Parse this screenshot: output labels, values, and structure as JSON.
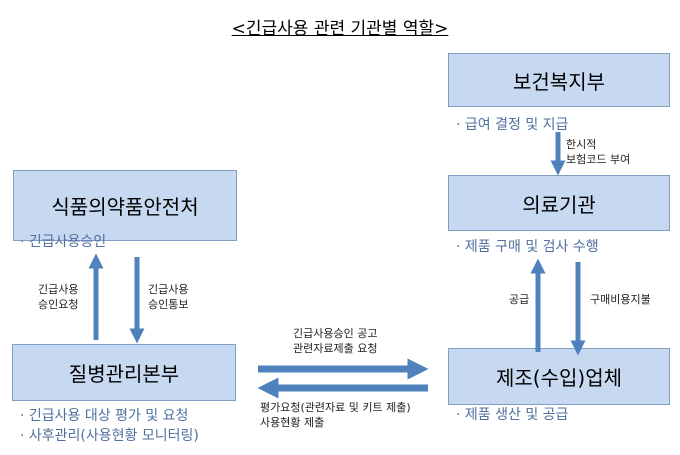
{
  "title": "<긴급사용 관련 기관별 역할>",
  "nodes": {
    "mohw": {
      "label": "보건복지부",
      "bullets": [
        "급여 결정 및 지급"
      ]
    },
    "hospital": {
      "label": "의료기관",
      "bullets": [
        "제품 구매 및 검사 수행"
      ]
    },
    "maker": {
      "label": "제조(수입)업체",
      "bullets": [
        "제품 생산 및 공급"
      ]
    },
    "mfds": {
      "label": "식품의약품안전처",
      "bullets": [
        "긴급사용승인"
      ]
    },
    "kdca": {
      "label": "질병관리본부",
      "bullets": [
        "긴급사용 대상 평가 및 요청",
        "사후관리(사용현황 모니터링)"
      ]
    }
  },
  "edges": {
    "mohw_hospital": [
      "한시적",
      "보험코드 부여"
    ],
    "maker_hospital": "공급",
    "hospital_maker": "구매비용지불",
    "kdca_mfds": [
      "긴급사용",
      "승인요청"
    ],
    "mfds_kdca": [
      "긴급사용",
      "승인통보"
    ],
    "kdca_maker": [
      "긴급사용승인 공고",
      "관련자료제출 요청"
    ],
    "maker_kdca": [
      "평가요청(관련자료 및 키트 제출)",
      "사용현황 제출"
    ]
  },
  "colors": {
    "box": "#c6d9f1",
    "arrow": "#4f81bd",
    "bullet": "#4f6f9f"
  }
}
